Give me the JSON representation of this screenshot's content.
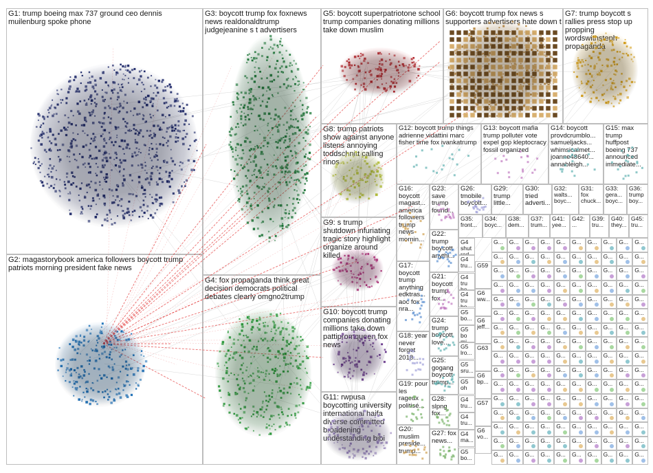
{
  "colors": {
    "G1": "#1f2a6b",
    "G2": "#1b6fb8",
    "G3": "#1f7a3a",
    "G4": "#2c9c3c",
    "G5": "#b3242a",
    "G6": "#b07a2c",
    "G7": "#d8a018",
    "G8": "#b8c43a",
    "G9": "#b02e7a",
    "G10": "#6b3c8e",
    "G11": "#8f7ab8",
    "edge_red": "#e33b3b",
    "edge_gray": "#b8b8b8"
  },
  "groups": [
    {
      "id": "G1",
      "label": "G1: trump boeing max 737 ground ceo dennis muilenburg spoke phone"
    },
    {
      "id": "G2",
      "label": "G2: magastorybook america followers boycott trump patriots morning president fake news"
    },
    {
      "id": "G3",
      "label": "G3: boycott trump fox foxnews news realdonaldtrump judgejeanine s t advertisers"
    },
    {
      "id": "G4",
      "label": "G4: fox propaganda think great decision democrats political debates clearly omgno2trump"
    },
    {
      "id": "G5",
      "label": "G5: boycott superpatriotone school trump companies donating millions take down muslim"
    },
    {
      "id": "G6",
      "label": "G6: boycott trump fox news s supporters advertisers hate down t"
    },
    {
      "id": "G7",
      "label": "G7: trump boycott s rallies press stop up propping wordswithsteph propaganda"
    },
    {
      "id": "G8",
      "label": "G8: trump patriots show against anyone listens annoying toddschnitt calling rinos"
    },
    {
      "id": "G9",
      "label": "G9: s trump shutdown infuriating tragic story highlight organize around killed"
    },
    {
      "id": "G10",
      "label": "G10: boycott trump companies donating millions take down pattipromqueen fox news"
    },
    {
      "id": "G11",
      "label": "G11: rwpusa boycotting university international haifa diverse committed broadening understanding bibi"
    },
    {
      "id": "G12",
      "label": "G12: boycott trump things adrienne vidattini marc fisher time fox ivankatrump"
    },
    {
      "id": "G13",
      "label": "G13: boycott mafia trump polluter vote expel gop kleptocracy fossil organized"
    },
    {
      "id": "G14",
      "label": "G14: boycott provdcrumblo... samueljacks... whimsicalmet... joanne48640... annableigh..."
    },
    {
      "id": "G15",
      "label": "G15: max trump huffpost boeing 737 announced immediate..."
    },
    {
      "id": "G16",
      "label": "G16: boycott magast... america followers trump news mornin..."
    },
    {
      "id": "G17",
      "label": "G17: boycott trump anything edktras... aoc fox nra..."
    },
    {
      "id": "G18",
      "label": "G18: year never forget 2018..."
    },
    {
      "id": "G19",
      "label": "G19: pour les rageux politisé..."
    },
    {
      "id": "G20",
      "label": "G20: muslim preside... trump..."
    },
    {
      "id": "G21",
      "label": "G21: boycott trump fox..."
    },
    {
      "id": "G22",
      "label": "G22: trump boycott anythi..."
    },
    {
      "id": "G23",
      "label": "G23: save trump found..."
    },
    {
      "id": "G24",
      "label": "G24: trump boycott love..."
    },
    {
      "id": "G25",
      "label": "G25: gogang boycott trump..."
    },
    {
      "id": "G26",
      "label": "G26: tmobile boycott..."
    },
    {
      "id": "G27",
      "label": "G27: fox news..."
    },
    {
      "id": "G28",
      "label": "G28: slpng fox..."
    },
    {
      "id": "G29",
      "label": "G29: trump little..."
    },
    {
      "id": "G30",
      "label": "G30: tried adverti..."
    },
    {
      "id": "G31",
      "label": "G31: fox chuck..."
    },
    {
      "id": "G32",
      "label": "G32: walts... boyc..."
    },
    {
      "id": "G33",
      "label": "G33: gera... boyc..."
    },
    {
      "id": "G34",
      "label": "G34: boyc..."
    },
    {
      "id": "G35",
      "label": "G35: front..."
    },
    {
      "id": "G36",
      "label": "G36: trump boy..."
    },
    {
      "id": "G37",
      "label": "G37: trum..."
    },
    {
      "id": "G38",
      "label": "G38: dem..."
    },
    {
      "id": "G39",
      "label": "G39: tru..."
    },
    {
      "id": "G40",
      "label": "G40: they..."
    },
    {
      "id": "G41",
      "label": "G41: yee..."
    },
    {
      "id": "G42",
      "label": "G42: ..."
    },
    {
      "id": "G45",
      "label": "G45: tru..."
    }
  ],
  "narrow_labels": [
    "G4 shut red...",
    "G4 tru...",
    "G4 tru bo...",
    "G4 tru bo...",
    "G5 bo...",
    "G5 bo mi...",
    "G5 lro...",
    "G5 sru...",
    "G5 oh",
    "G4 tru...",
    "G4 tru...",
    "G4 ma...",
    "G5 bo..."
  ],
  "mini_labels": [
    "G59",
    "G6 ww...",
    "G6 jeff...",
    "G63",
    "G6 bp...",
    "G57",
    "G6 vo..."
  ],
  "grid_cell_label": "G..."
}
